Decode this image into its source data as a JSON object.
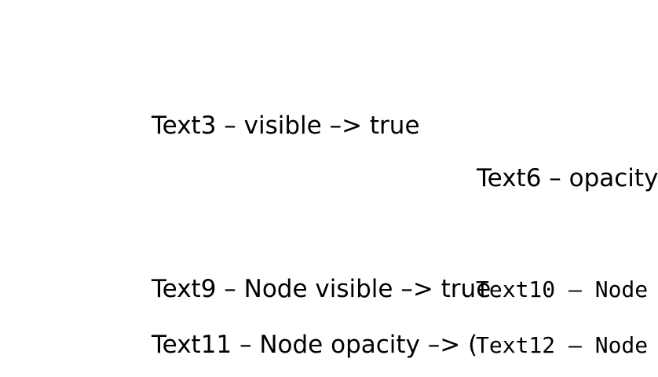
{
  "canvas": {
    "background_color": "#ffffff",
    "text_color": "#000000"
  },
  "texts": [
    {
      "id": "Text3",
      "label": "Text3 – visible –> true"
    },
    {
      "id": "Text6",
      "label": "Text6 – opacity"
    },
    {
      "id": "Text9",
      "label": "Text9 – Node visible –> true"
    },
    {
      "id": "Text10",
      "label": "Text10 – Node"
    },
    {
      "id": "Text11",
      "label": "Text11 – Node opacity –> ("
    },
    {
      "id": "Text12",
      "label": "Text12 – Node"
    }
  ]
}
